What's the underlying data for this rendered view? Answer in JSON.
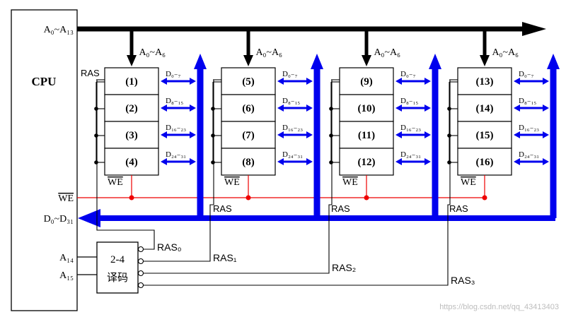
{
  "cpu": {
    "title": "CPU",
    "addr_high": "A₀~A₁₃",
    "we": "WE",
    "data_bus": "D₀~D₃₁",
    "a14": "A₁₄",
    "a15": "A₁₅"
  },
  "decoder": {
    "line1": "2-4",
    "line2": "译码"
  },
  "chip_addr_label": "A₀~A₆",
  "ras_label": "RAS",
  "we_label": "WE",
  "data_labels": [
    "D₀₋₇",
    "D₈₋₁₅",
    "D₁₆₋₂₃",
    "D₂₄₋₃₁"
  ],
  "groups": [
    {
      "chips": [
        "(1)",
        "(2)",
        "(3)",
        "(4)"
      ],
      "ras_out": "RAS₀"
    },
    {
      "chips": [
        "(5)",
        "(6)",
        "(7)",
        "(8)"
      ],
      "ras_out": "RAS₁"
    },
    {
      "chips": [
        "(9)",
        "(10)",
        "(11)",
        "(12)"
      ],
      "ras_out": "RAS₂"
    },
    {
      "chips": [
        "(13)",
        "(14)",
        "(15)",
        "(16)"
      ],
      "ras_out": "RAS₃"
    }
  ],
  "watermark": "https://blog.csdn.net/qq_43413403",
  "colors": {
    "bus": "#0000ee",
    "addr_bus": "#000000",
    "we_line": "#ee0000"
  }
}
